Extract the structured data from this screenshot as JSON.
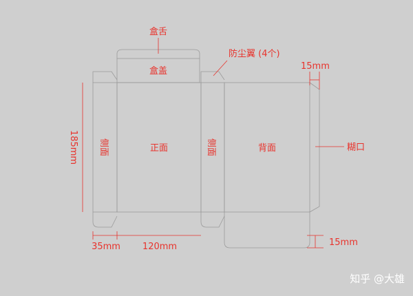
{
  "labels": {
    "tongue": "盒舌",
    "lid": "盒盖",
    "dust_flap": "防尘翼 (4个)",
    "front": "正面",
    "back": "背面",
    "side": "侧面",
    "glue": "糊口"
  },
  "dimensions": {
    "height": "185mm",
    "side_width": "35mm",
    "front_width": "120mm",
    "glue_width": "15mm",
    "bottom_height": "15mm"
  },
  "watermark": "知乎 @大雄",
  "colors": {
    "background": "#cfcfcf",
    "label": "#e8332c",
    "outline": "#9a9a9a",
    "watermark": "#ffffff"
  }
}
